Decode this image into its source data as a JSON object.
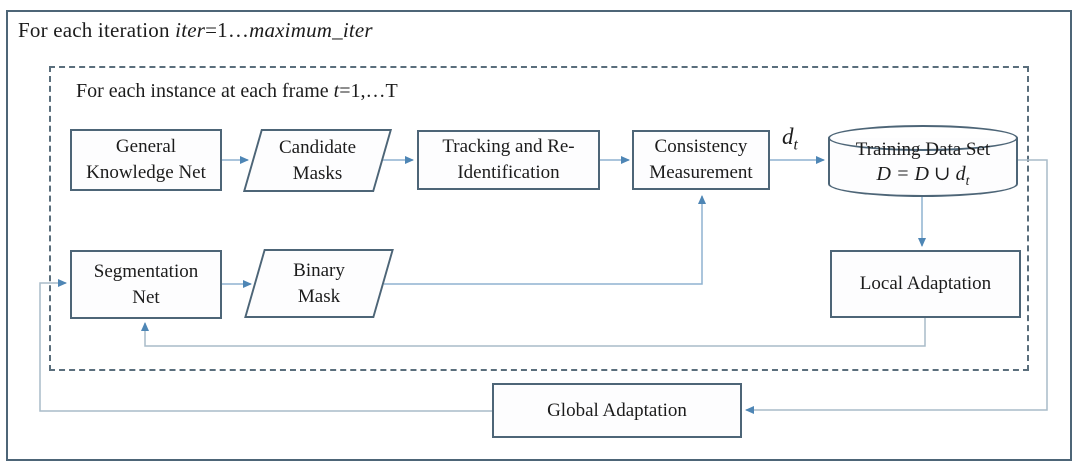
{
  "colors": {
    "box-border": "#4d6577",
    "dash-border": "#5a6e7c",
    "wire": "#8fb2d0",
    "loop-wire": "#a9bcc9",
    "arrowhead": "#4e86b5",
    "box-bg": "#fdfdfe"
  },
  "outer_label": {
    "prefix": "For each iteration ",
    "var1": "iter",
    "eq": "=1…",
    "var2": "maximum_iter"
  },
  "inner_label": {
    "prefix": "For each instance at each frame ",
    "var": "t",
    "suffix": "=1,…T"
  },
  "nodes": {
    "general_knowledge_net": {
      "line1": "General",
      "line2": "Knowledge Net"
    },
    "candidate_masks": {
      "line1": "Candidate",
      "line2": "Masks"
    },
    "tracking": {
      "line1": "Tracking and Re-",
      "line2": "Identification"
    },
    "consistency": {
      "line1": "Consistency",
      "line2": "Measurement"
    },
    "training_data_set": {
      "title": "Training Data Set",
      "formula_main": "D = D ∪ d",
      "formula_sub": "t"
    },
    "segmentation_net": {
      "line1": "Segmentation",
      "line2": "Net"
    },
    "binary_mask": {
      "line1": "Binary",
      "line2": "Mask"
    },
    "local_adaptation": {
      "label": "Local Adaptation"
    },
    "global_adaptation": {
      "label": "Global Adaptation"
    }
  },
  "edge_labels": {
    "dt_main": "d",
    "dt_sub": "t"
  }
}
